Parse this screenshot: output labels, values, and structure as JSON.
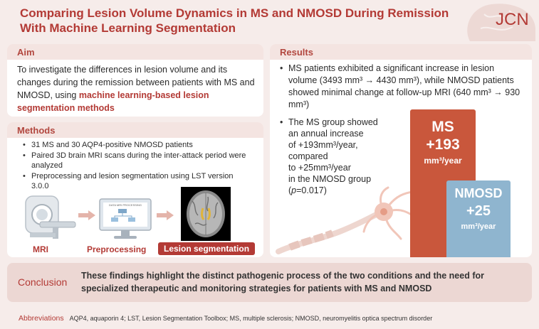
{
  "header": {
    "title_line1": "Comparing Lesion Volume Dynamics in MS and NMOSD During Remission",
    "title_line2": "With Machine Learning Segmentation",
    "journal": "JCN"
  },
  "aim": {
    "heading": "Aim",
    "text_prefix": "To investigate the differences in lesion volume and its changes during the remission between patients with MS and NMOSD, using ",
    "text_highlight": "machine learning-based lesion segmentation methods"
  },
  "methods": {
    "heading": "Methods",
    "bullets": [
      "31 MS and 30 AQP4-positive NMOSD patients",
      "Paired 3D brain MRI scans during the inter-attack period were analyzed",
      "Preprocessing and lesion segmentation using LST version 3.0.0"
    ],
    "steps": {
      "mri": "MRI",
      "preprocessing": "Preprocessing",
      "segmentation": "Lesion segmentation"
    },
    "screen_caption": "DATA MRI PROCESSING"
  },
  "results": {
    "heading": "Results",
    "bullet1": "MS patients exhibited a significant increase in lesion volume (3493 mm³ → 4430 mm³), while NMOSD patients showed minimal change at follow-up MRI (640 mm³ → 930 mm³)",
    "bullet2_line1": "The MS group showed",
    "bullet2_line2": "an annual increase",
    "bullet2_line3": "of +193mm³/year,",
    "bullet2_line4": "compared",
    "bullet2_line5": "to +25mm³/year",
    "bullet2_line6": "in the NMOSD group",
    "bullet2_p_italic": "p",
    "bullet2_p_value": "=0.017)",
    "bullet2_p_open": "(",
    "bars": {
      "ms_label": "MS",
      "ms_value": "+193",
      "ms_unit": "mm³/year",
      "ms_color": "#c9573c",
      "nmosd_label": "NMOSD",
      "nmosd_value": "+25",
      "nmosd_unit": "mm³/year",
      "nmosd_color": "#8fb5cf"
    }
  },
  "conclusion": {
    "label": "Conclusion",
    "text": "These findings highlight the distinct pathogenic process of the two conditions and the need for specialized therapeutic and monitoring strategies for patients with MS and NMOSD"
  },
  "abbreviations": {
    "label": "Abbreviations",
    "text": "AQP4, aquaporin 4; LST, Lesion Segmentation Toolbox; MS, multiple sclerosis; NMOSD, neuromyelitis optica spectrum disorder"
  }
}
